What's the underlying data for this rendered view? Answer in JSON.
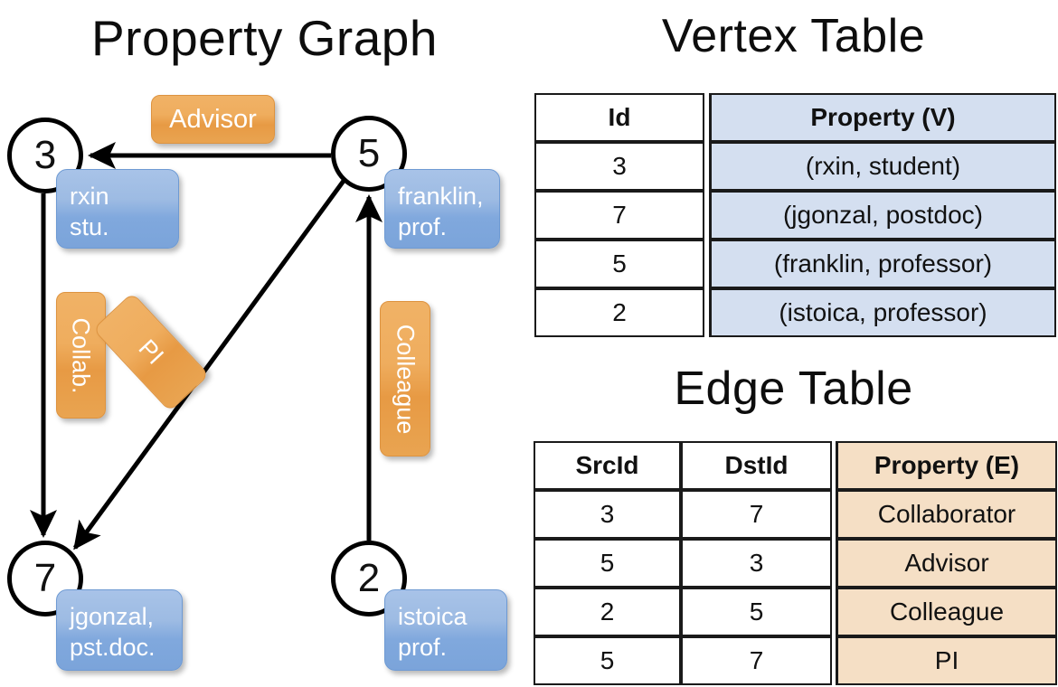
{
  "titles": {
    "property_graph": "Property Graph",
    "vertex_table": "Vertex Table",
    "edge_table": "Edge Table"
  },
  "colors": {
    "vertex_property_fill": "#d4dff0",
    "edge_property_fill": "#f5dfc5",
    "node_property_chip": "#9dbbe3",
    "edge_label_chip": "#eca details",
    "edge_label_chip_hex": "#eca751",
    "border": "#1a1a1a"
  },
  "graph": {
    "nodes": [
      {
        "id": "3",
        "property": "rxin\nstu.",
        "property_line1": "rxin",
        "property_line2": "stu."
      },
      {
        "id": "5",
        "property": "franklin,\nprof.",
        "property_line1": "franklin,",
        "property_line2": "prof."
      },
      {
        "id": "7",
        "property": "jgonzal,\npst.doc.",
        "property_line1": "jgonzal,",
        "property_line2": "pst.doc."
      },
      {
        "id": "2",
        "property": "istoica\nprof.",
        "property_line1": "istoica",
        "property_line2": "prof."
      }
    ],
    "edge_labels": [
      {
        "name": "advisor",
        "text": "Advisor"
      },
      {
        "name": "collaborator",
        "text": "Collab."
      },
      {
        "name": "pi",
        "text": "PI"
      },
      {
        "name": "colleague",
        "text": "Colleague"
      }
    ],
    "edges": [
      {
        "src": "5",
        "dst": "3",
        "label": "Advisor"
      },
      {
        "src": "3",
        "dst": "7",
        "label": "Collab."
      },
      {
        "src": "5",
        "dst": "7",
        "label": "PI"
      },
      {
        "src": "2",
        "dst": "5",
        "label": "Colleague"
      }
    ]
  },
  "vertex_table": {
    "headers": [
      "Id",
      "Property (V)"
    ],
    "rows": [
      {
        "id": "3",
        "property": "(rxin, student)"
      },
      {
        "id": "7",
        "property": "(jgonzal, postdoc)"
      },
      {
        "id": "5",
        "property": "(franklin, professor)"
      },
      {
        "id": "2",
        "property": "(istoica, professor)"
      }
    ]
  },
  "edge_table": {
    "headers": [
      "SrcId",
      "DstId",
      "Property (E)"
    ],
    "rows": [
      {
        "src": "3",
        "dst": "7",
        "property": "Collaborator"
      },
      {
        "src": "5",
        "dst": "3",
        "property": "Advisor"
      },
      {
        "src": "2",
        "dst": "5",
        "property": "Colleague"
      },
      {
        "src": "5",
        "dst": "7",
        "property": "PI"
      }
    ]
  }
}
